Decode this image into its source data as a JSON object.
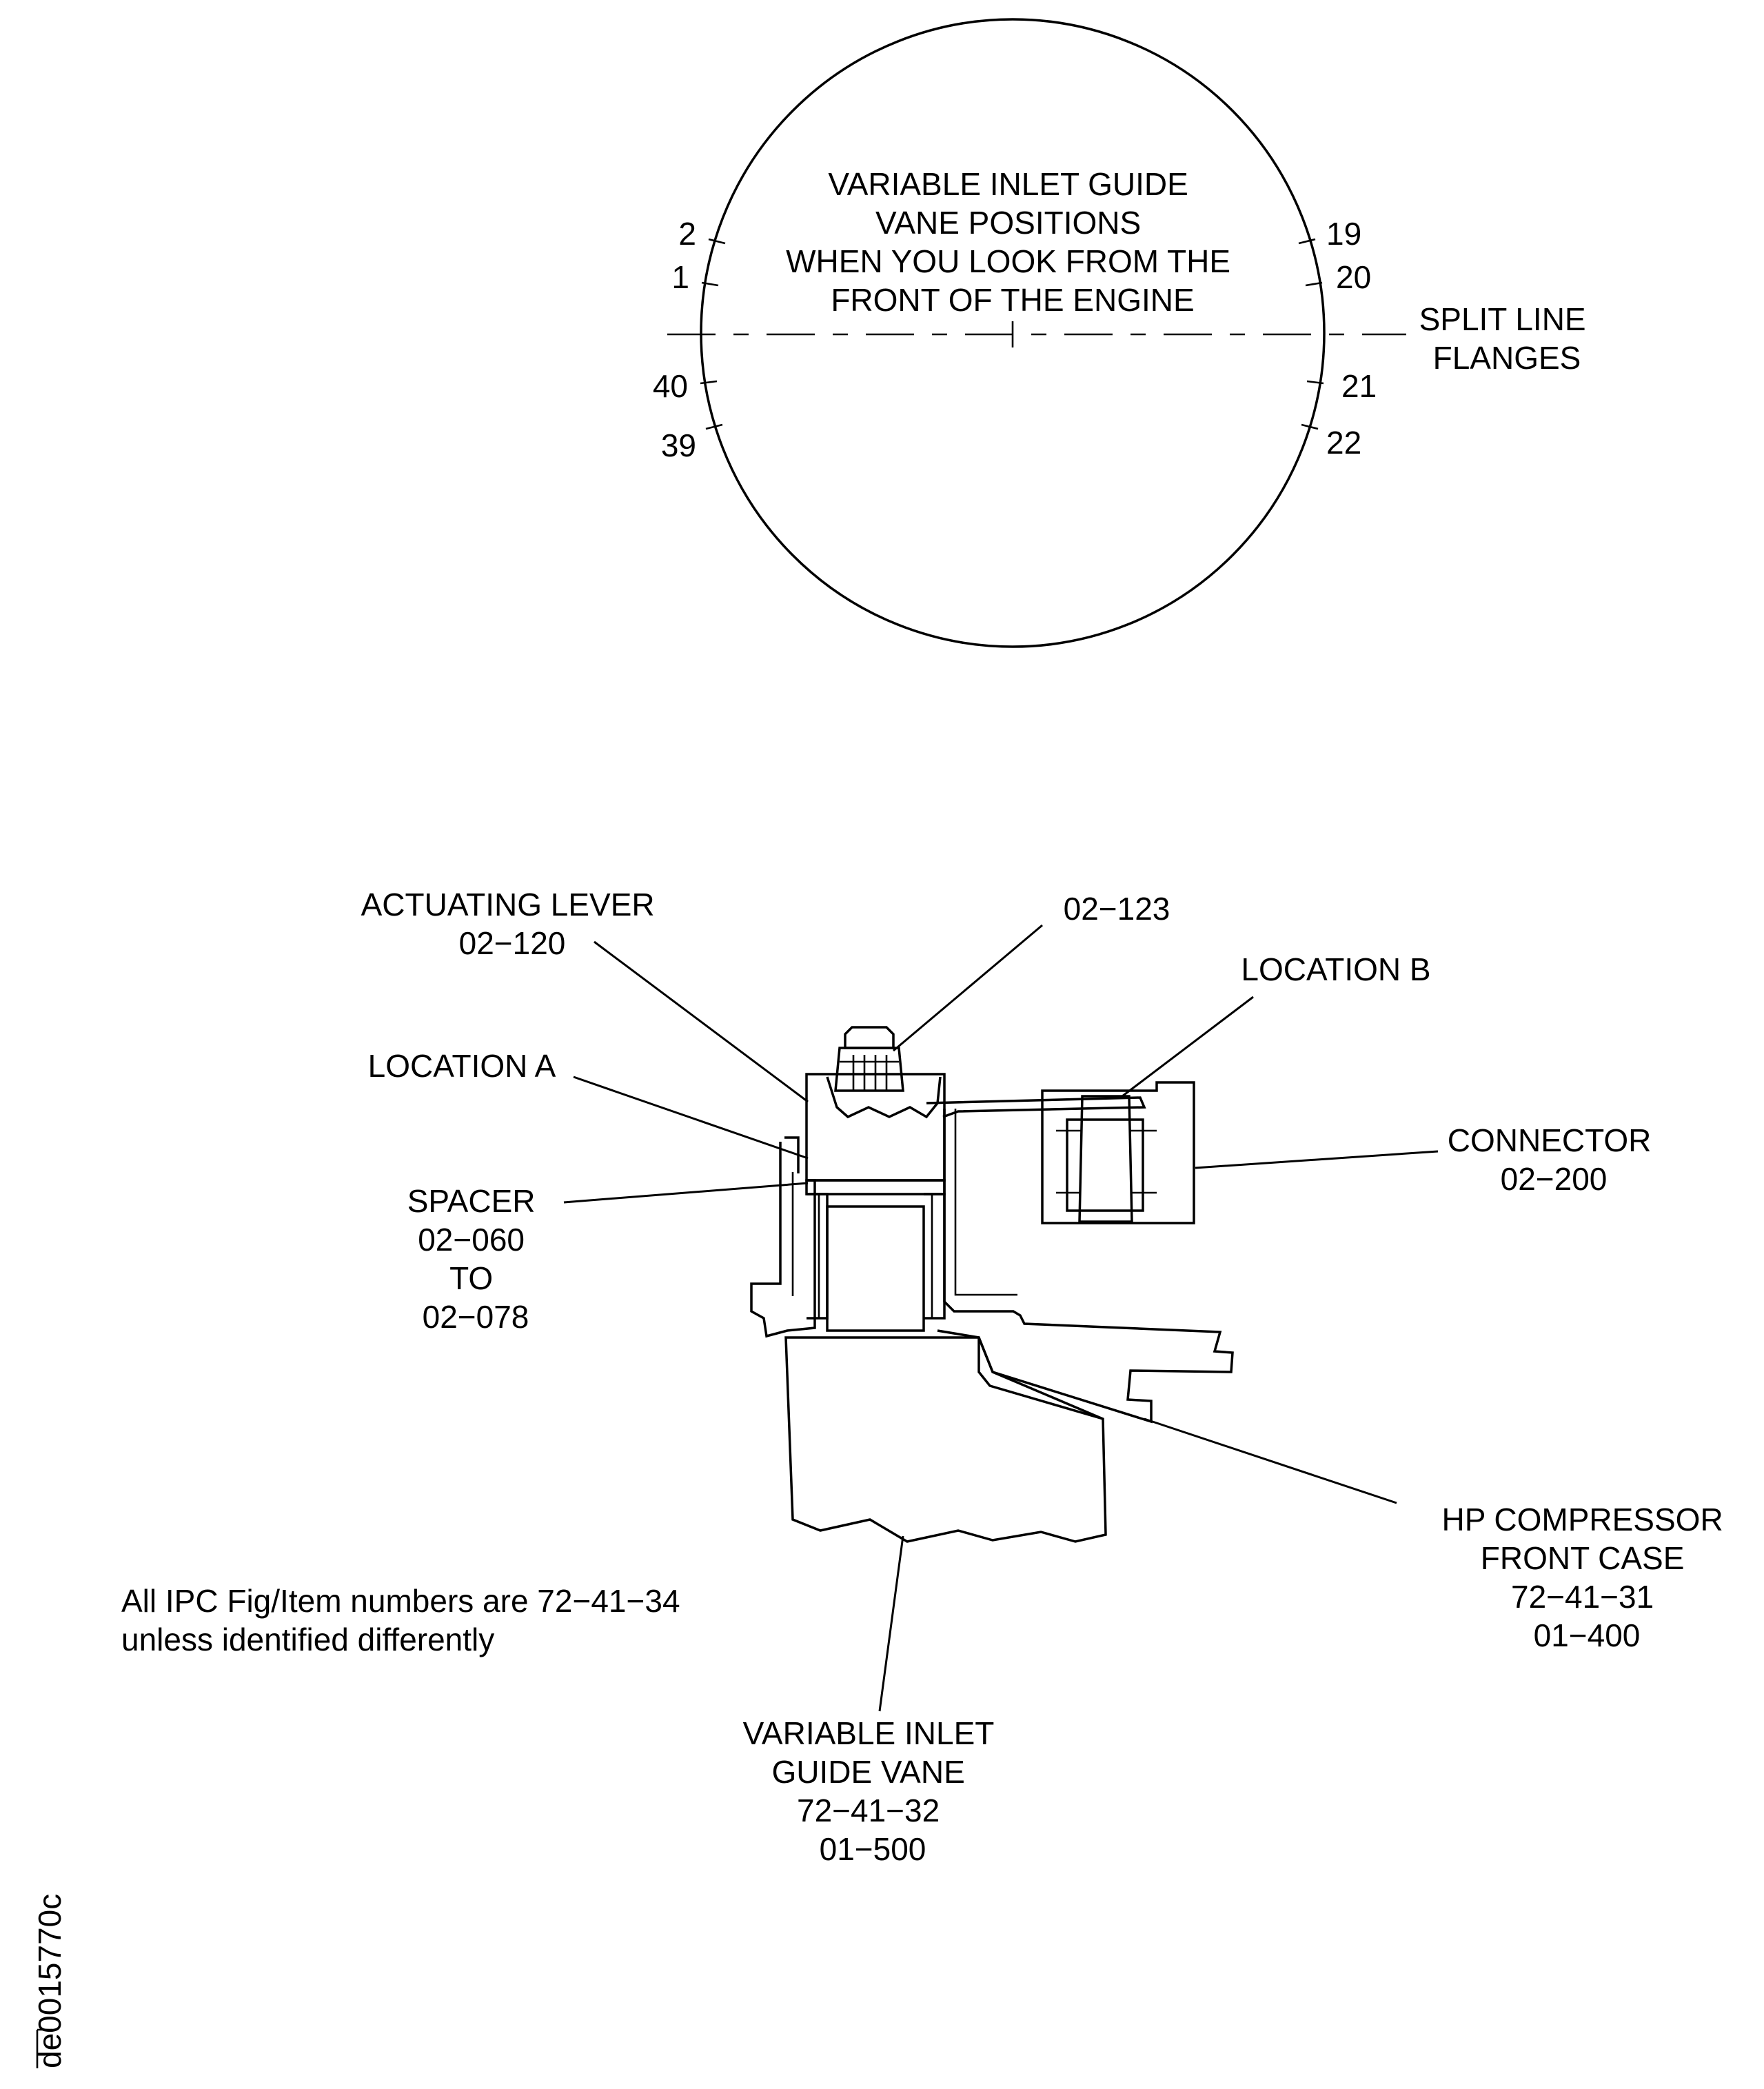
{
  "view_title": {
    "lines": [
      "VARIABLE INLET GUIDE",
      "VANE POSITIONS",
      "WHEN YOU LOOK FROM THE",
      "FRONT OF THE ENGINE"
    ]
  },
  "positions": {
    "upper_left": [
      "2",
      "1"
    ],
    "lower_left": [
      "40",
      "39"
    ],
    "upper_right": [
      "19",
      "20"
    ],
    "lower_right": [
      "21",
      "22"
    ]
  },
  "split_line": {
    "lines": [
      "SPLIT LINE",
      "FLANGES"
    ]
  },
  "callouts": {
    "actuating_lever": [
      "ACTUATING LEVER",
      "02−120"
    ],
    "nut": [
      "02−123"
    ],
    "location_b": [
      "LOCATION B"
    ],
    "location_a": [
      "LOCATION A"
    ],
    "connector": [
      "CONNECTOR",
      "02−200"
    ],
    "spacer": [
      "SPACER",
      "02−060",
      "TO",
      "02−078"
    ],
    "hp_case": [
      "HP COMPRESSOR",
      "FRONT CASE",
      "72−41−31",
      "01−400"
    ],
    "vane": [
      "VARIABLE INLET",
      "GUIDE VANE",
      "72−41−32",
      "01−500"
    ]
  },
  "note": [
    "All IPC Fig/Item numbers are 72−41−34",
    "unless identified differently"
  ],
  "drawing_id": "de0015770c"
}
